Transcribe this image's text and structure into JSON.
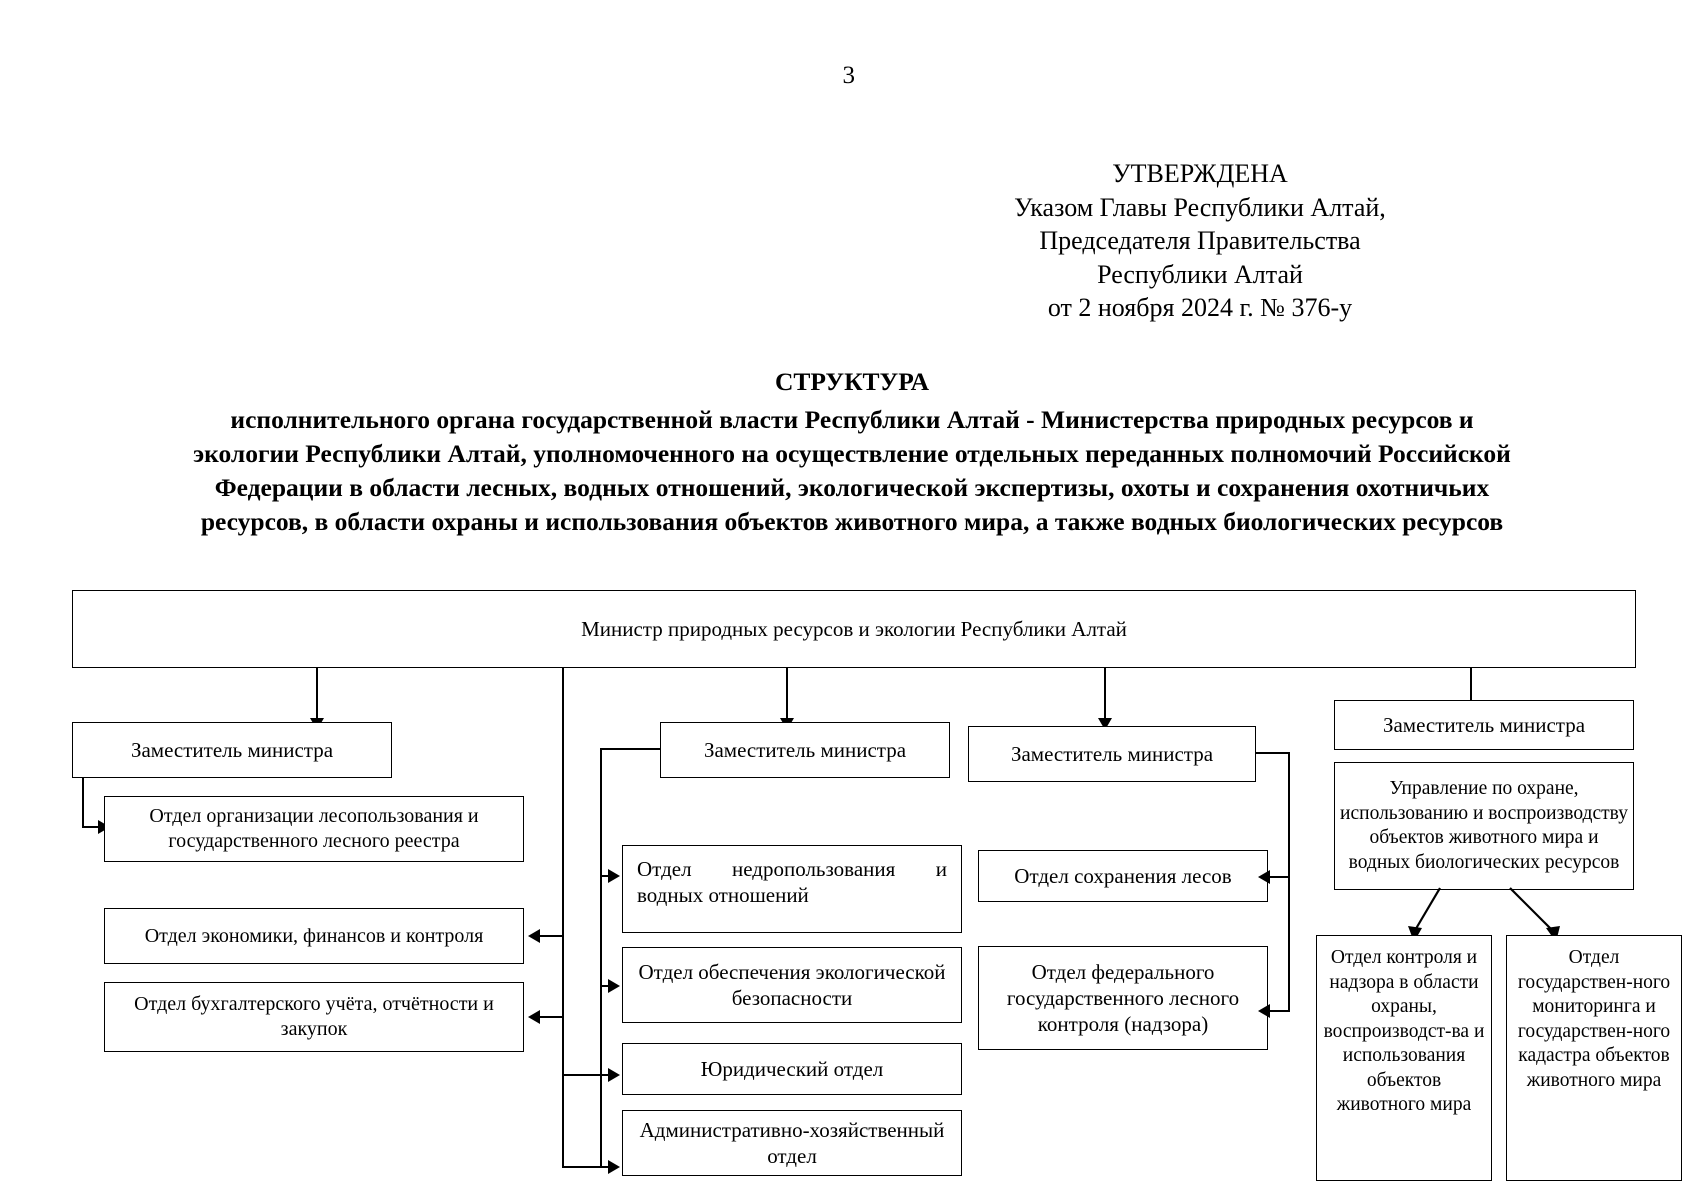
{
  "page": {
    "number": "3"
  },
  "approval": {
    "lines": [
      "УТВЕРЖДЕНА",
      "Указом Главы Республики Алтай,",
      "Председателя Правительства",
      "Республики Алтай",
      "от 2 ноября 2024 г. № 376-у"
    ]
  },
  "title": {
    "heading": "СТРУКТУРА",
    "lines": [
      "исполнительного органа государственной власти Республики Алтай - Министерства природных ресурсов и",
      "экологии Республики Алтай, уполномоченного на осуществление отдельных переданных полномочий Российской",
      "Федерации в области лесных, водных отношений, экологической экспертизы, охоты и сохранения охотничьих",
      "ресурсов, в области охраны и использования объектов животного мира, а также водных биологических ресурсов"
    ]
  },
  "chart_data": {
    "type": "diagram",
    "title": "Структура Министерства природных ресурсов и экологии Республики Алтай",
    "nodes": {
      "minister": "Министр природных ресурсов и экологии Республики Алтай",
      "deputy_1": "Заместитель министра",
      "deputy_2": "Заместитель министра",
      "deputy_3": "Заместитель министра",
      "deputy_4": "Заместитель министра",
      "dept_forest_use": "Отдел организации лесопользования и государственного лесного реестра",
      "dept_economics": "Отдел экономики, финансов и контроля",
      "dept_accounting": "Отдел бухгалтерского учёта, отчётности и закупок",
      "dept_subsoil": "Отдел недропользования и водных отношений",
      "dept_eco_safety": "Отдел обеспечения экологической безопасности",
      "dept_legal": "Юридический отдел",
      "dept_admin": "Административно-хозяйственный отдел",
      "dept_forest_conservation": "Отдел сохранения лесов",
      "dept_forest_control": "Отдел федерального государственного лесного контроля (надзора)",
      "dept_wildlife_directorate": "Управление по охране, использованию и воспроизводству объектов животного мира и водных биологических ресурсов",
      "dept_wildlife_supervision": "Отдел контроля и надзора в области охраны, воспроизводст-ва и использования объектов животного мира",
      "dept_wildlife_monitoring": "Отдел государствен-ного мониторинга и государствен-ного кадастра объектов животного мира"
    },
    "edges": [
      {
        "from": "minister",
        "to": "deputy_1"
      },
      {
        "from": "minister",
        "to": "deputy_2"
      },
      {
        "from": "minister",
        "to": "deputy_3"
      },
      {
        "from": "minister",
        "to": "deputy_4"
      },
      {
        "from": "deputy_1",
        "to": "dept_forest_use"
      },
      {
        "from": "deputy_2",
        "to": "dept_subsoil"
      },
      {
        "from": "deputy_2",
        "to": "dept_eco_safety"
      },
      {
        "from": "deputy_2",
        "to": "dept_legal"
      },
      {
        "from": "deputy_2",
        "to": "dept_admin"
      },
      {
        "from": "deputy_2",
        "to": "dept_economics"
      },
      {
        "from": "deputy_2",
        "to": "dept_accounting"
      },
      {
        "from": "deputy_3",
        "to": "dept_forest_conservation"
      },
      {
        "from": "deputy_3",
        "to": "dept_forest_control"
      },
      {
        "from": "deputy_4",
        "to": "dept_wildlife_directorate"
      },
      {
        "from": "dept_wildlife_directorate",
        "to": "dept_wildlife_supervision"
      },
      {
        "from": "dept_wildlife_directorate",
        "to": "dept_wildlife_monitoring"
      }
    ],
    "colors": {
      "box_border": "#000000",
      "background": "#ffffff",
      "text": "#000000"
    }
  }
}
